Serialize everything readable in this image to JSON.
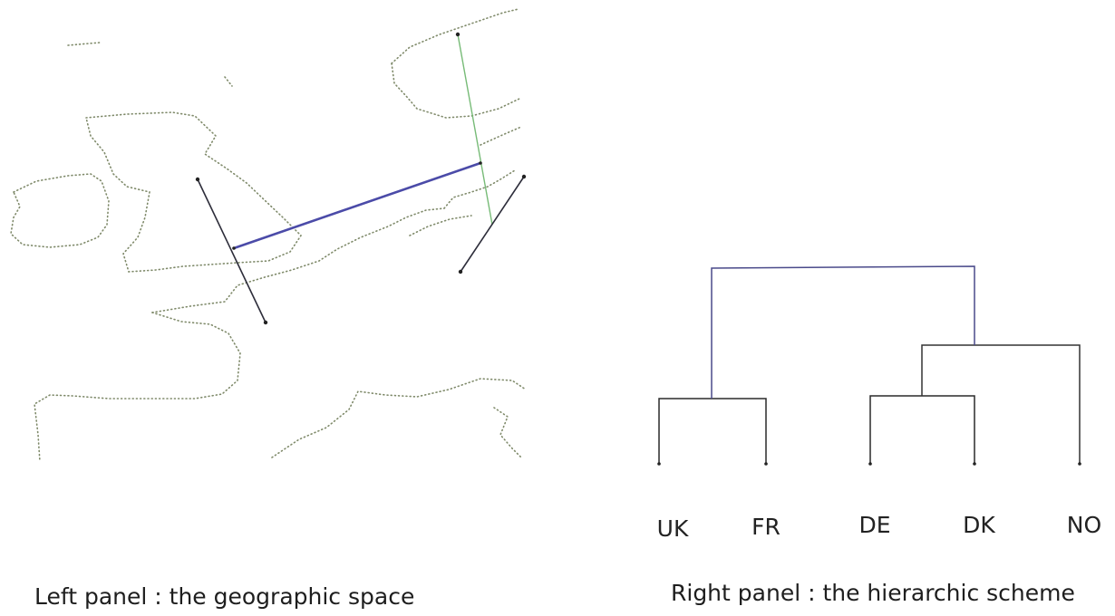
{
  "captions": {
    "left": "Left panel : the geographic space",
    "right": "Right panel : the hierarchic scheme"
  },
  "dendrogram": {
    "leaves": [
      "UK",
      "FR",
      "DE",
      "DK",
      "NO"
    ],
    "merges": [
      {
        "left": "UK",
        "right": "FR",
        "color": "#2a2a2a"
      },
      {
        "left": "DE",
        "right": "DK",
        "color": "#2a2a2a"
      },
      {
        "left": "DE-DK",
        "right": "NO",
        "color": "#333333"
      },
      {
        "left": "UK-FR",
        "right": "DE-DK-NO",
        "color": "#4a4a8a"
      }
    ]
  },
  "map_links": {
    "colors": {
      "main": "#4b4ba8",
      "dark": "#2d2d3a",
      "green": "#77bb77"
    }
  }
}
